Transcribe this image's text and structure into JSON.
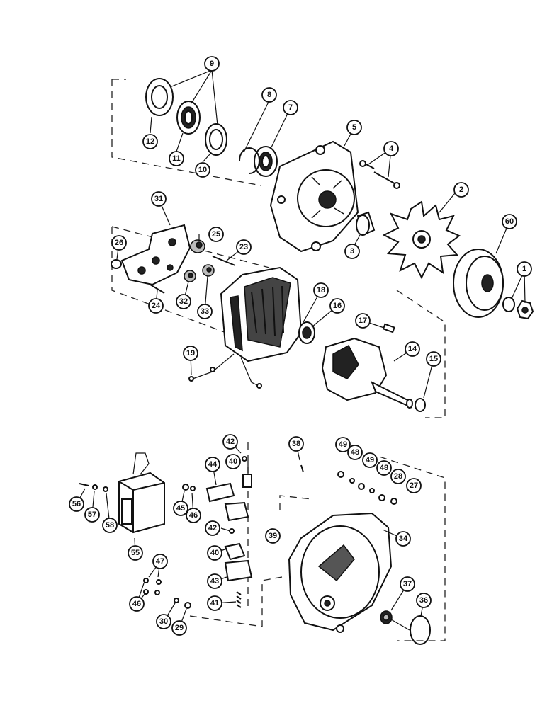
{
  "diagram": {
    "callouts": [
      {
        "id": "c9",
        "label": "9"
      },
      {
        "id": "c8",
        "label": "8"
      },
      {
        "id": "c7",
        "label": "7"
      },
      {
        "id": "c5",
        "label": "5"
      },
      {
        "id": "c4",
        "label": "4"
      },
      {
        "id": "c12",
        "label": "12"
      },
      {
        "id": "c11",
        "label": "11"
      },
      {
        "id": "c10",
        "label": "10"
      },
      {
        "id": "c2",
        "label": "2"
      },
      {
        "id": "c60",
        "label": "60"
      },
      {
        "id": "c31",
        "label": "31"
      },
      {
        "id": "c25",
        "label": "25"
      },
      {
        "id": "c26",
        "label": "26"
      },
      {
        "id": "c23",
        "label": "23"
      },
      {
        "id": "c3",
        "label": "3"
      },
      {
        "id": "c1",
        "label": "1"
      },
      {
        "id": "c24",
        "label": "24"
      },
      {
        "id": "c32",
        "label": "32"
      },
      {
        "id": "c33",
        "label": "33"
      },
      {
        "id": "c18",
        "label": "18"
      },
      {
        "id": "c16",
        "label": "16"
      },
      {
        "id": "c17",
        "label": "17"
      },
      {
        "id": "c14",
        "label": "14"
      },
      {
        "id": "c19",
        "label": "19"
      },
      {
        "id": "c15",
        "label": "15"
      },
      {
        "id": "c42a",
        "label": "42"
      },
      {
        "id": "c38",
        "label": "38"
      },
      {
        "id": "c49a",
        "label": "49"
      },
      {
        "id": "c48a",
        "label": "48"
      },
      {
        "id": "c49b",
        "label": "49"
      },
      {
        "id": "c48b",
        "label": "48"
      },
      {
        "id": "c28",
        "label": "28"
      },
      {
        "id": "c27",
        "label": "27"
      },
      {
        "id": "c44",
        "label": "44"
      },
      {
        "id": "c40a",
        "label": "40"
      },
      {
        "id": "c56",
        "label": "56"
      },
      {
        "id": "c57",
        "label": "57"
      },
      {
        "id": "c58",
        "label": "58"
      },
      {
        "id": "c45",
        "label": "45"
      },
      {
        "id": "c46a",
        "label": "46"
      },
      {
        "id": "c42b",
        "label": "42"
      },
      {
        "id": "c39",
        "label": "39"
      },
      {
        "id": "c34",
        "label": "34"
      },
      {
        "id": "c55",
        "label": "55"
      },
      {
        "id": "c40b",
        "label": "40"
      },
      {
        "id": "c47",
        "label": "47"
      },
      {
        "id": "c43",
        "label": "43"
      },
      {
        "id": "c37",
        "label": "37"
      },
      {
        "id": "c36",
        "label": "36"
      },
      {
        "id": "c46b",
        "label": "46"
      },
      {
        "id": "c41",
        "label": "41"
      },
      {
        "id": "c30",
        "label": "30"
      },
      {
        "id": "c29",
        "label": "29"
      }
    ]
  }
}
